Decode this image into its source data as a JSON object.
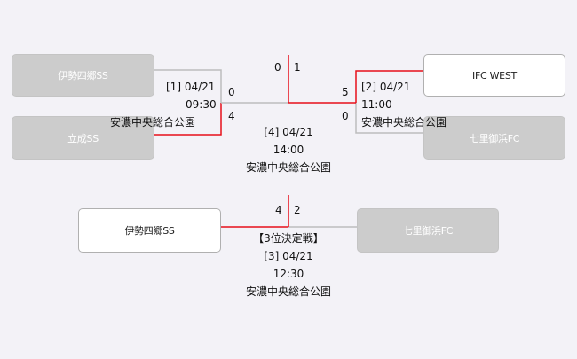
{
  "colors": {
    "win_line": "#e8101a",
    "lose_line": "#bdbdbd",
    "lost_box": "#cccccc",
    "won_box": "#ffffff"
  },
  "teams": {
    "t1": "伊勢四郷SS",
    "t2": "立成SS",
    "t3": "IFC WEST",
    "t4": "七里御浜FC",
    "third_left": "伊勢四郷SS",
    "third_right": "七里御浜FC"
  },
  "matches": {
    "m1": {
      "label": "[1] 04/21",
      "time": "09:30",
      "venue": "安濃中央総合公園",
      "score_top": "0",
      "score_bottom": "4"
    },
    "m2": {
      "label": "[2] 04/21",
      "time": "11:00",
      "venue": "安濃中央総合公園",
      "score_top": "5",
      "score_bottom": "0"
    },
    "final": {
      "label": "[4] 04/21",
      "time": "14:00",
      "venue": "安濃中央総合公園",
      "score_left": "0",
      "score_right": "1"
    },
    "third": {
      "title": "【3位決定戦】",
      "label": "[3] 04/21",
      "time": "12:30",
      "venue": "安濃中央総合公園",
      "score_left": "4",
      "score_right": "2"
    }
  }
}
